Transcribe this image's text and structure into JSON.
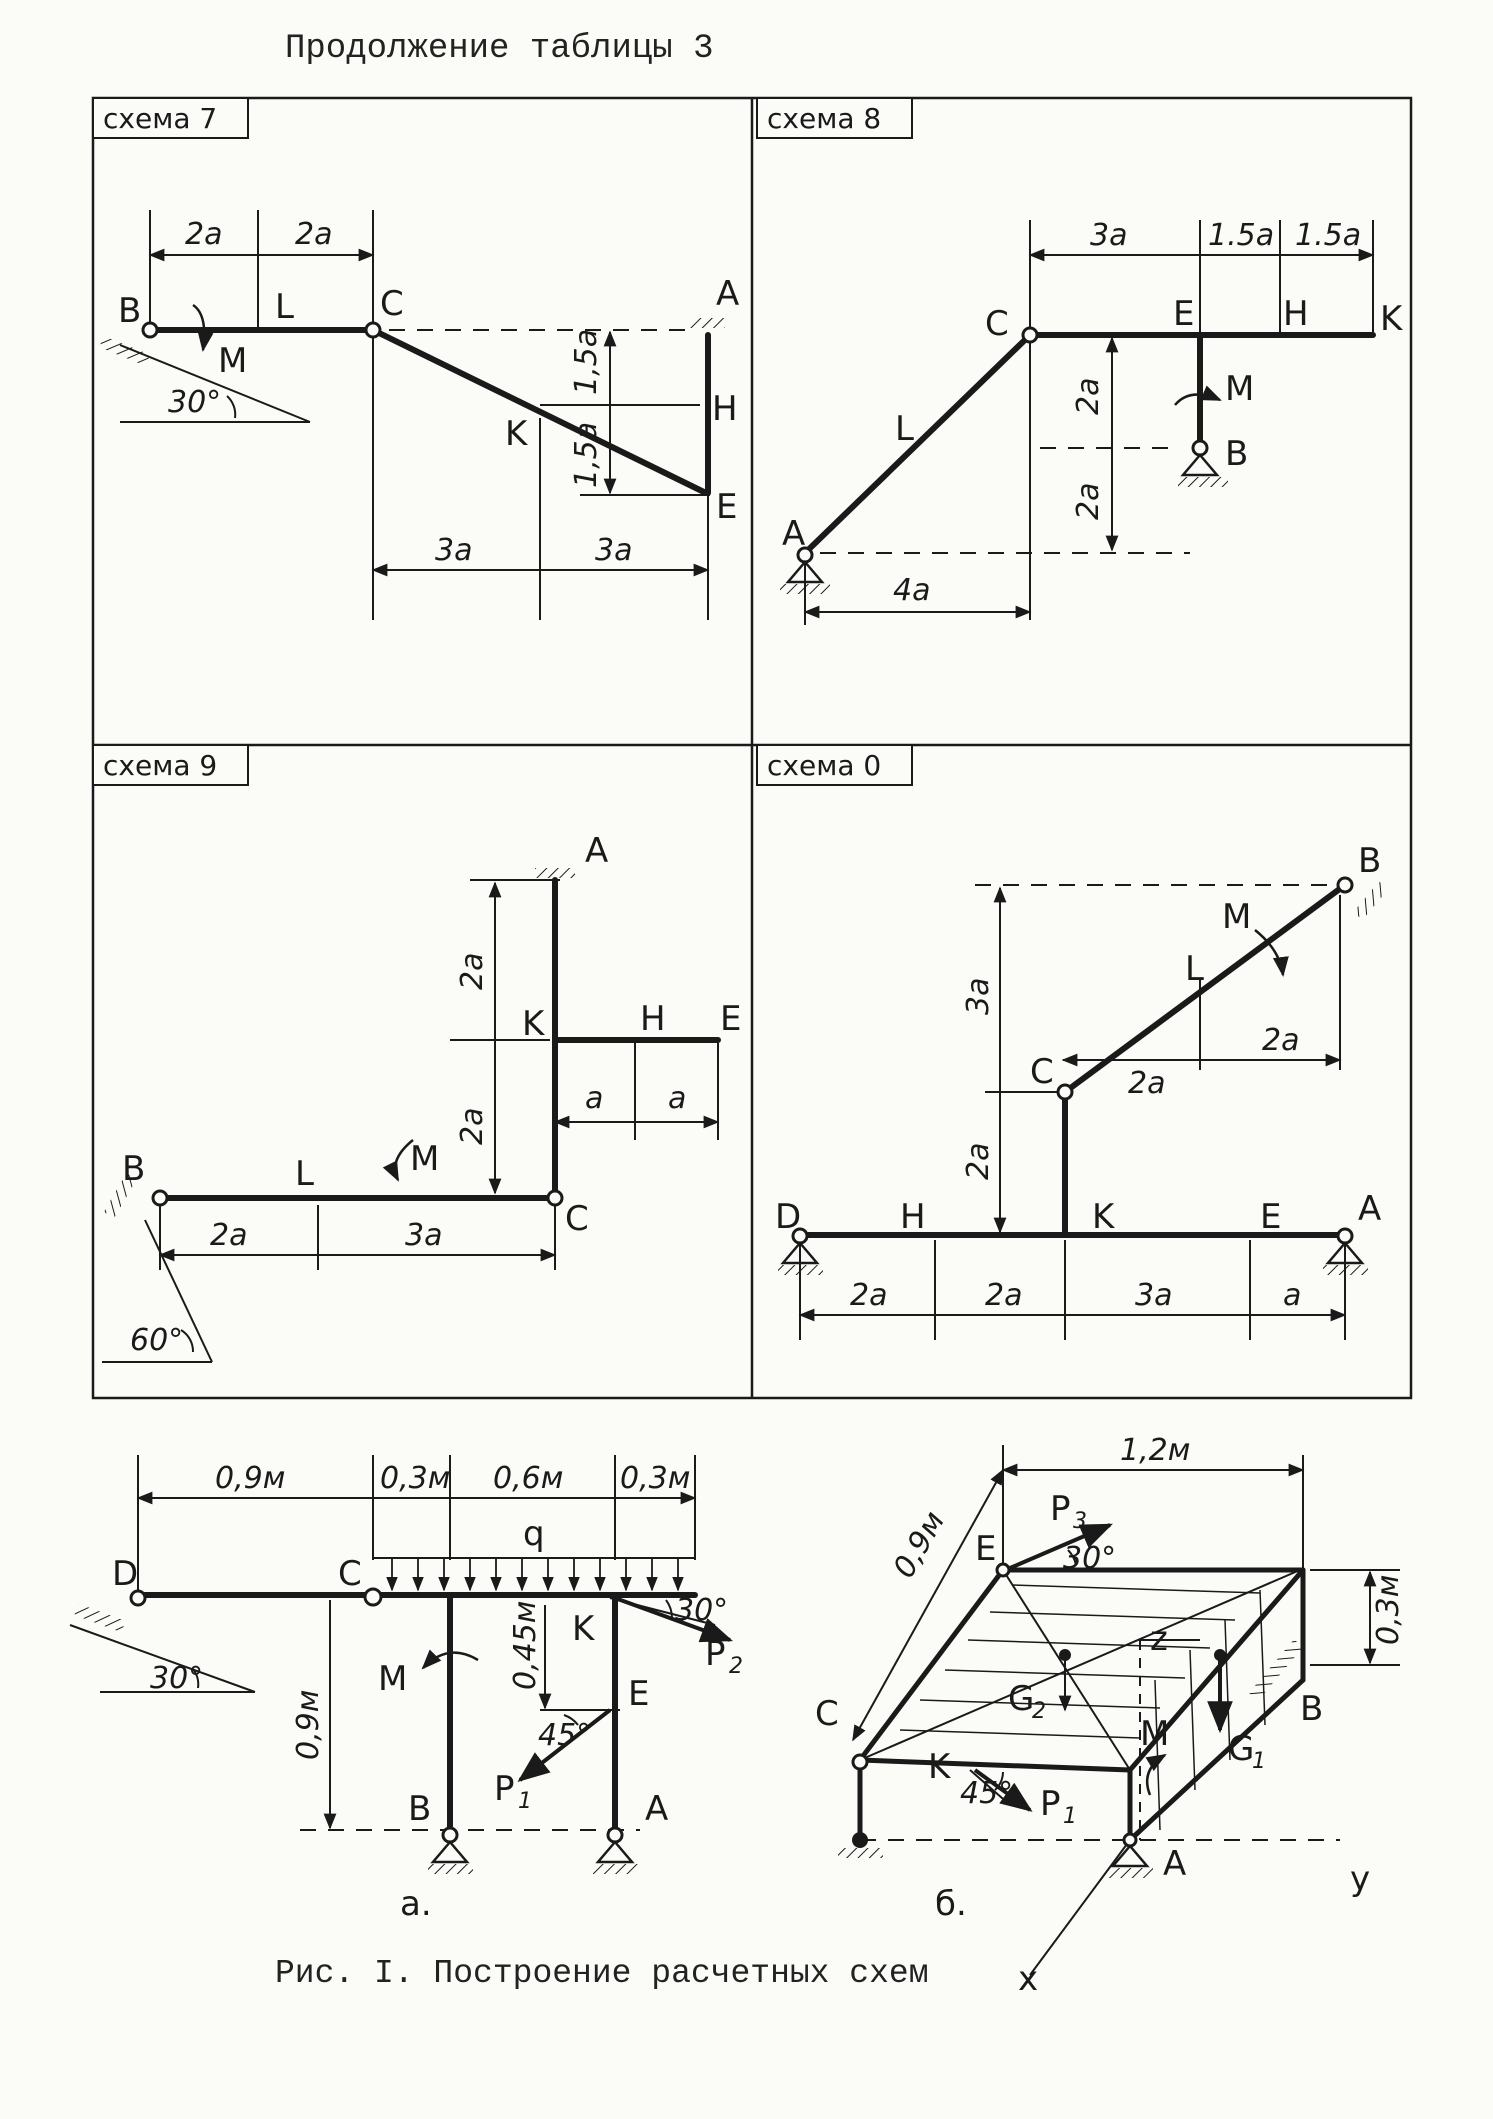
{
  "title": "Продолжение таблицы 3",
  "caption": "Рис. I. Построение расчетных схем",
  "schemes": {
    "s7": {
      "header": "схема 7",
      "labels": {
        "B": "B",
        "C": "C",
        "A": "A",
        "H": "H",
        "K": "K",
        "E": "E",
        "L": "L",
        "M": "M"
      },
      "dims": {
        "top1": "2a",
        "top2": "2a",
        "v1": "1,5a",
        "v2": "1,5a",
        "b1": "3a",
        "b2": "3a",
        "angle": "30°"
      }
    },
    "s8": {
      "header": "схема 8",
      "labels": {
        "C": "C",
        "E": "E",
        "H": "H",
        "K": "K",
        "L": "L",
        "M": "M",
        "B": "B",
        "A": "A"
      },
      "dims": {
        "top1": "3a",
        "top2": "1.5a",
        "top3": "1.5a",
        "v1": "2a",
        "v2": "2a",
        "bottom": "4a"
      }
    },
    "s9": {
      "header": "схема 9",
      "labels": {
        "A": "A",
        "K": "K",
        "H": "H",
        "E": "E",
        "B": "B",
        "L": "L",
        "M": "M",
        "C": "C"
      },
      "dims": {
        "v1": "2a",
        "v2": "2a",
        "r1": "a",
        "r2": "a",
        "b1": "2a",
        "b2": "3a",
        "angle": "60°"
      }
    },
    "s0": {
      "header": "схема 0",
      "labels": {
        "B": "B",
        "M": "M",
        "L": "L",
        "C": "C",
        "D": "D",
        "H": "H",
        "K": "K",
        "E": "E",
        "A": "A"
      },
      "dims": {
        "v1": "3a",
        "v2": "2a",
        "c1": "2a",
        "c2": "2a",
        "b1": "2a",
        "b2": "2a",
        "b3": "3a",
        "b4": "a"
      }
    }
  },
  "fig_a": {
    "label": "а.",
    "dims": {
      "d1": "0,9м",
      "d2": "0,3м",
      "d3": "0,6м",
      "d4": "0,3м",
      "h": "0,9м",
      "v": "0,45м"
    },
    "labels": {
      "D": "D",
      "C": "C",
      "q": "q",
      "K": "K",
      "M": "M",
      "E": "E",
      "B": "B",
      "A": "A",
      "P1": "P",
      "P1sub": "1",
      "P2": "P",
      "P2sub": "2"
    },
    "angles": {
      "a1": "30°",
      "a2": "30°",
      "a3": "45°"
    }
  },
  "fig_b": {
    "label": "б.",
    "dims": {
      "width": "1,2м",
      "depth": "0,9м",
      "height": "0,3м"
    },
    "labels": {
      "E": "E",
      "C": "C",
      "K": "K",
      "B": "B",
      "A": "A",
      "P3": "P",
      "P3sub": "3",
      "P1": "P",
      "P1sub": "1",
      "G1": "G",
      "G1sub": "1",
      "G2": "G",
      "G2sub": "2",
      "M": "M",
      "x": "x",
      "y": "y",
      "z": "z"
    },
    "angles": {
      "a1": "30°",
      "a2": "45°"
    }
  }
}
